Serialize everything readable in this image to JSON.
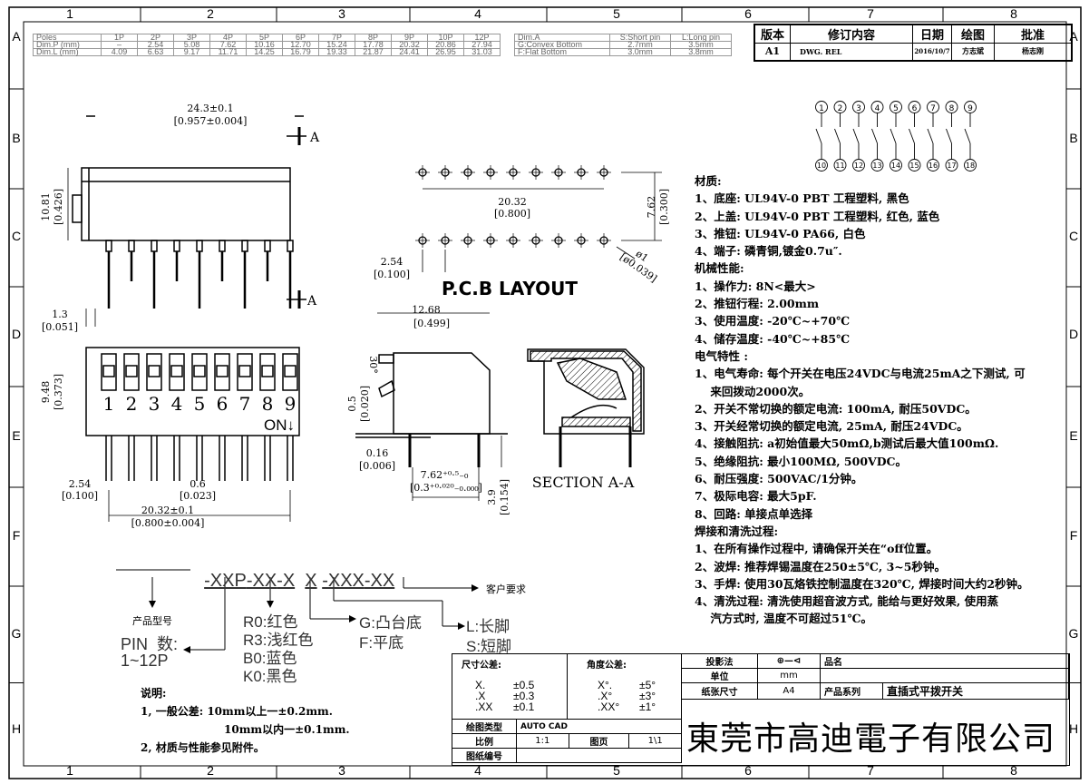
{
  "grid": {
    "columns": [
      "1",
      "2",
      "3",
      "4",
      "5",
      "6",
      "7",
      "8"
    ],
    "rows": [
      "A",
      "B",
      "C",
      "D",
      "E",
      "F",
      "G",
      "H"
    ]
  },
  "pole_table": {
    "headers": [
      "Poles",
      "1P",
      "2P",
      "3P",
      "4P",
      "5P",
      "6P",
      "7P",
      "8P",
      "9P",
      "10P",
      "12P"
    ],
    "rows": [
      [
        "Dim.P (mm)",
        "–",
        "2.54",
        "5.08",
        "7.62",
        "10.16",
        "12.70",
        "15.24",
        "17.78",
        "20.32",
        "20.86",
        "27.94"
      ],
      [
        "Dim.L (mm)",
        "4.09",
        "6.63",
        "9.17",
        "11.71",
        "14.25",
        "16.79",
        "19.33",
        "21.87",
        "24.41",
        "26.95",
        "31.03"
      ]
    ]
  },
  "pin_table": {
    "headers": [
      "Dim.A",
      "S:Short pin",
      "L:Long pin"
    ],
    "rows": [
      [
        "G:Convex Bottom",
        "2.7mm",
        "3.5mm"
      ],
      [
        "F:Flat Bottom",
        "3.0mm",
        "3.8mm"
      ]
    ]
  },
  "revision_table": {
    "headers": [
      "版本",
      "修订内容",
      "日期",
      "绘图",
      "批准"
    ],
    "row": [
      "A1",
      "DWG. REL",
      "2016/10/7",
      "方志斌",
      "杨志刚"
    ]
  },
  "dimensions": {
    "top_width": "24.3±0.1",
    "top_width_in": "[0.957±0.004]",
    "height": "10.81",
    "height_in": "[0.426]",
    "section_mark": "A",
    "offset": "1.3",
    "offset_in": "[0.051]",
    "switch_height": "9.48",
    "switch_height_in": "[0.373]",
    "switch_numbers": [
      "1",
      "2",
      "3",
      "4",
      "5",
      "6",
      "7",
      "8",
      "9"
    ],
    "on_label": "ON↓",
    "pitch": "2.54",
    "pitch_in": "[0.100]",
    "pin_width": "0.6",
    "pin_width_in": "[0.023]",
    "pin_span": "20.32±0.1",
    "pin_span_in": "[0.800±0.004]",
    "pcb_span": "20.32",
    "pcb_span_in": "[0.800]",
    "pcb_row": "7.62",
    "pcb_row_in": "[0.300]",
    "pcb_pitch": "2.54",
    "pcb_pitch_in": "[0.100]",
    "hole": "ø1",
    "hole_in": "[ø0.039]",
    "pcb_title": "P.C.B LAYOUT",
    "side_width": "12.68",
    "side_width_in": "[0.499]",
    "angle": "30°",
    "gap": "0.5",
    "gap_in": "[0.020]",
    "standoff": "0.16",
    "standoff_in": "[0.006]",
    "row_spacing": "7.62⁺⁰·⁵₋₀",
    "row_spacing_in": "[0.3⁺⁰·⁰²⁰₋₀.₀₀₀]",
    "pin_len": "3.9",
    "pin_len_in": "[0.154]",
    "section_title": "SECTION A-A"
  },
  "schematic": {
    "top_pins": [
      "1",
      "2",
      "3",
      "4",
      "5",
      "6",
      "7",
      "8",
      "9"
    ],
    "bottom_pins": [
      "10",
      "11",
      "12",
      "13",
      "14",
      "15",
      "16",
      "17",
      "18"
    ]
  },
  "part_number": {
    "code": [
      "-XXP",
      "-XX",
      "-X",
      "X",
      "-XXX",
      "-XX"
    ],
    "customer": "客户要求",
    "model_label": "产品型号",
    "pin_label": "PIN  数:",
    "pin_range": "1~12P",
    "colors": [
      "R0:红色",
      "R3:浅红色",
      "B0:蓝色",
      "K0:黑色"
    ],
    "bottom": [
      "G:凸台底",
      "F:平底"
    ],
    "pin_type": [
      "L:长脚",
      "S:短脚"
    ]
  },
  "notes": {
    "title": "说明:",
    "lines": [
      "1, 一般公差: 10mm以上一±0.2mm.",
      "10mm以内一±0.1mm.",
      "2, 材质与性能参见附件。"
    ]
  },
  "specs": {
    "lines": [
      "材质:",
      "1、底座: UL94V-0 PBT 工程塑料, 黑色",
      "2、上盖: UL94V-0 PBT 工程塑料, 红色, 蓝色",
      "3、推钮: UL94V-0 PA66, 白色",
      "4、端子: 磷青铜,镀金0.7u″.",
      "机械性能:",
      "1、操作力: 8N<最大>",
      "2、推钮行程: 2.00mm",
      "3、使用温度: -20℃~+70℃",
      "4、储存温度: -40℃~+85℃",
      "电气特性 :",
      "1、电气寿命: 每个开关在电压24VDC与电流25mA之下测试, 可",
      "    来回拨动2000次。",
      "2、开关不常切换的额定电流: 100mA, 耐压50VDC。",
      "3、开关经常切换的额定电流, 25mA, 耐压24VDC。",
      "4、接触阻抗: a初始值最大50mΩ,b测试后最大值100mΩ.",
      "5、绝缘阻抗: 最小100MΩ, 500VDC。",
      "6、耐压强度: 500VAC/1分钟。",
      "7、极际电容: 最大5pF.",
      "8、回路: 单接点单选择",
      "焊接和清洗过程:",
      "1、在所有操作过程中, 请确保开关在“off位置。",
      "2、波焊: 推荐焊锡温度在250±5℃, 3~5秒钟。",
      "3、手焊: 使用30瓦烙铁控制温度在320℃, 焊接时间大约2秒钟。",
      "4、清洗过程: 清洗使用超音波方式, 能给与更好效果, 使用蒸",
      "    汽方式时, 温度不可超过51℃。"
    ]
  },
  "title_block": {
    "dim_tol_label": "尺寸公差:",
    "dim_tol": [
      [
        "X.",
        "±0.5"
      ],
      [
        ".X",
        "±0.3"
      ],
      [
        ".XX",
        "±0.1"
      ]
    ],
    "ang_tol_label": "角度公差:",
    "ang_tol": [
      [
        "X°.",
        "±5°"
      ],
      [
        ".X°",
        "±3°"
      ],
      [
        ".XX°",
        "±1°"
      ]
    ],
    "cad_label": "绘图类型",
    "cad_value": "AUTO CAD",
    "scale_label": "比例",
    "scale_value": "1:1",
    "page_label": "图页",
    "page_value": "1\\1",
    "drawing_no_label": "图纸编号",
    "projection_label": "投影法",
    "name_label": "品名",
    "unit_label": "单位",
    "unit_value": "mm",
    "paper_label": "纸张尺寸",
    "paper_value": "A4",
    "series_label": "产品系列",
    "series_value": "直插式平拨开关",
    "company": "東莞市高迪電子有限公司"
  }
}
